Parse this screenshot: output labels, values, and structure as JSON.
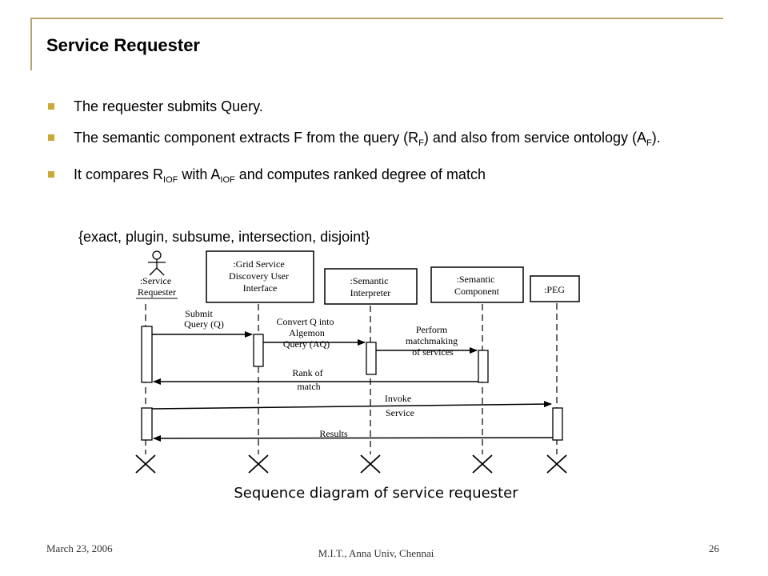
{
  "slide": {
    "title": "Service Requester",
    "bullets": [
      {
        "parts": [
          "The requester submits Query."
        ]
      },
      {
        "parts": [
          "The semantic component extracts F from the query (R",
          "F",
          ") and also from service ontology (A",
          "F",
          ")."
        ]
      },
      {
        "parts": [
          "It compares R",
          "IOF",
          " with A",
          "IOF",
          " and computes ranked degree of match"
        ]
      }
    ],
    "match_set": "{exact, plugin, subsume, intersection, disjoint}",
    "caption": "Sequence diagram of service requester"
  },
  "diagram": {
    "actor": {
      "label_lines": [
        ":Service",
        "Requester"
      ]
    },
    "objects": [
      {
        "label_lines": [
          ":Grid Service",
          "Discovery User",
          "Interface"
        ]
      },
      {
        "label_lines": [
          ":Semantic",
          "Interpreter"
        ]
      },
      {
        "label_lines": [
          ":Semantic",
          "Component"
        ]
      },
      {
        "label_lines": [
          ":PEG"
        ]
      }
    ],
    "messages": [
      {
        "label_lines": [
          "Submit",
          "Query (Q)"
        ]
      },
      {
        "label_lines": [
          "Convert Q into",
          "Algemon",
          "Query (AQ)"
        ]
      },
      {
        "label_lines": [
          "Perform",
          "matchmaking",
          "of services"
        ]
      },
      {
        "label_lines": [
          "Rank of",
          "match"
        ]
      },
      {
        "label_lines": [
          "Invoke",
          "Service"
        ]
      },
      {
        "label_lines": [
          "Results"
        ]
      }
    ]
  },
  "footer": {
    "date": "March 23, 2006",
    "institution": "M.I.T., Anna Univ, Chennai",
    "page": "26"
  }
}
